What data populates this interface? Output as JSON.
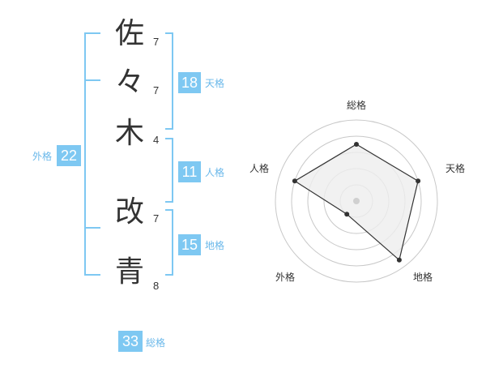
{
  "colors": {
    "accent": "#7ec8f2",
    "label_text": "#6ab8ea",
    "radar_ring": "#c8c8c8",
    "radar_fill": "#eeeeee",
    "radar_line": "#333333"
  },
  "name": {
    "characters": [
      {
        "char": "佐",
        "strokes": "7"
      },
      {
        "char": "々",
        "strokes": "7"
      },
      {
        "char": "木",
        "strokes": "4"
      },
      {
        "char": "改",
        "strokes": "7"
      },
      {
        "char": "青",
        "strokes": "8"
      }
    ]
  },
  "scores": {
    "tenkaku": {
      "label": "天格",
      "value": "18"
    },
    "jinkaku": {
      "label": "人格",
      "value": "11"
    },
    "chikaku": {
      "label": "地格",
      "value": "15"
    },
    "gaikaku": {
      "label": "外格",
      "value": "22"
    },
    "soukaku": {
      "label": "総格",
      "value": "33"
    }
  },
  "chart_data": {
    "type": "radar",
    "axes": [
      "総格",
      "天格",
      "地格",
      "外格",
      "人格"
    ],
    "rings": 5,
    "max": 5,
    "values": [
      3.5,
      4,
      4.5,
      1,
      4
    ]
  }
}
